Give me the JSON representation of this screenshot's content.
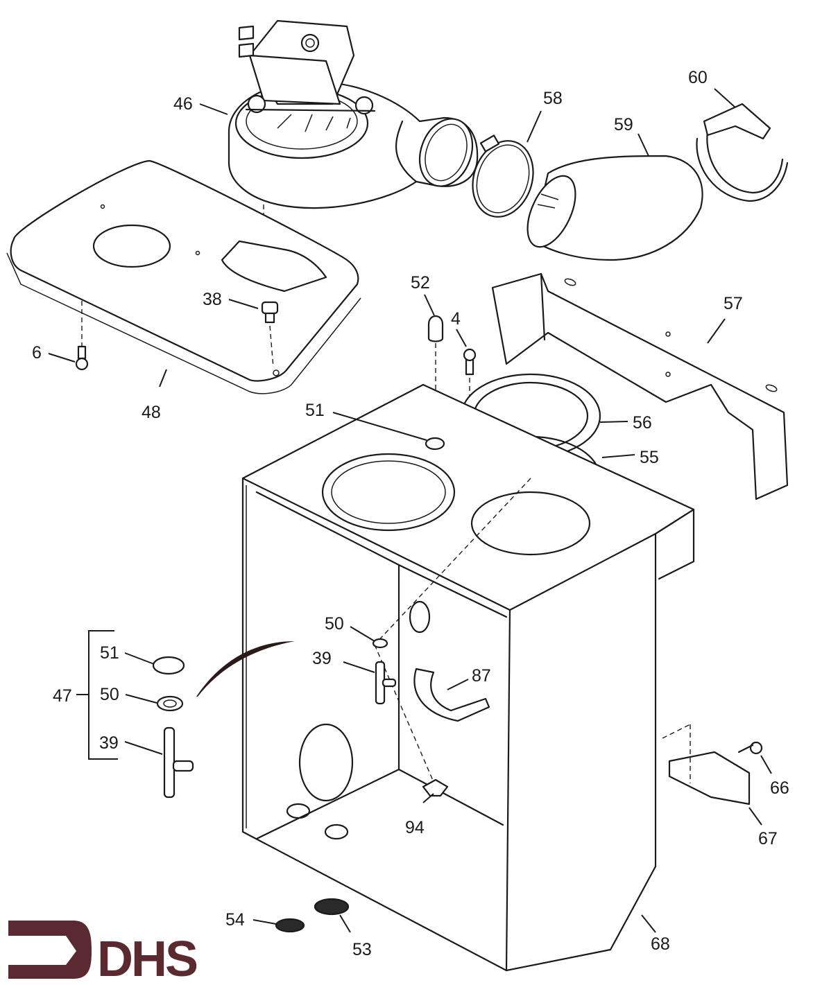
{
  "diagram": {
    "type": "exploded-parts-diagram",
    "subject": "Boiler fan assembly and case",
    "logo": {
      "text": "DHS",
      "color": "#5a2a30"
    },
    "labels": {
      "p46": "46",
      "p58": "58",
      "p59": "59",
      "p60": "60",
      "p52": "52",
      "p4": "4",
      "p57": "57",
      "p38": "38",
      "p6": "6",
      "p48": "48",
      "p51a": "51",
      "p56": "56",
      "p55": "55",
      "p50a": "50",
      "p39a": "39",
      "p87": "87",
      "p47": "47",
      "p51b": "51",
      "p50b": "50",
      "p39b": "39",
      "p94": "94",
      "p66": "66",
      "p67": "67",
      "p68": "68",
      "p54": "54",
      "p53": "53"
    },
    "kit_group": {
      "label": "47",
      "contents": [
        "51",
        "50",
        "39"
      ]
    },
    "colors": {
      "line": "#1a1a1a",
      "background": "#ffffff",
      "logo": "#5a2a30"
    }
  }
}
